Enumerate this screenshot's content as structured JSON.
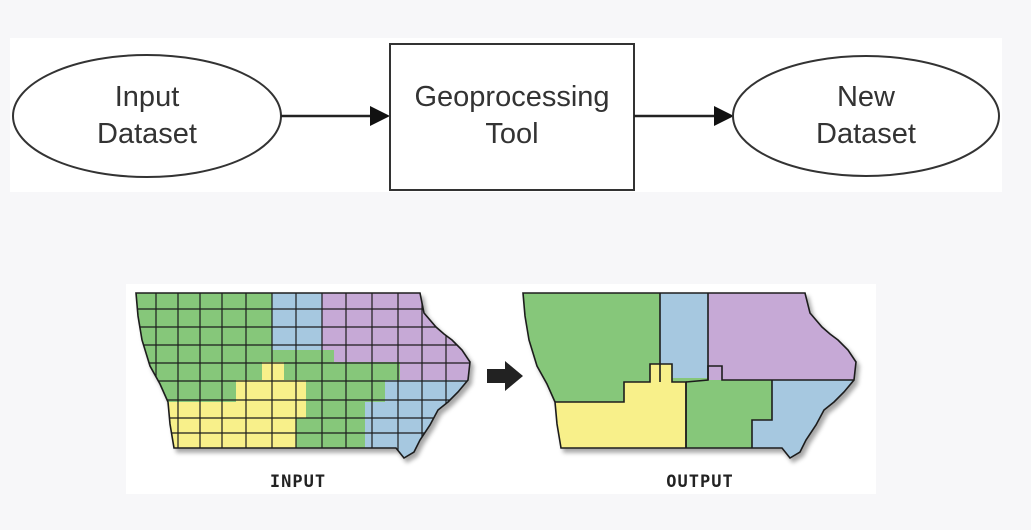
{
  "flow": {
    "input_node": {
      "line1": "Input",
      "line2": "Dataset"
    },
    "tool_node": {
      "line1": "Geoprocessing",
      "line2": "Tool"
    },
    "output_node": {
      "line1": "New",
      "line2": "Dataset"
    }
  },
  "maps": {
    "input_caption": "INPUT",
    "output_caption": "OUTPUT"
  },
  "colors": {
    "green": "#86c77a",
    "blue": "#a6c8e0",
    "purple": "#c6a9d6",
    "yellow": "#f8f08a",
    "outline": "#222222"
  }
}
